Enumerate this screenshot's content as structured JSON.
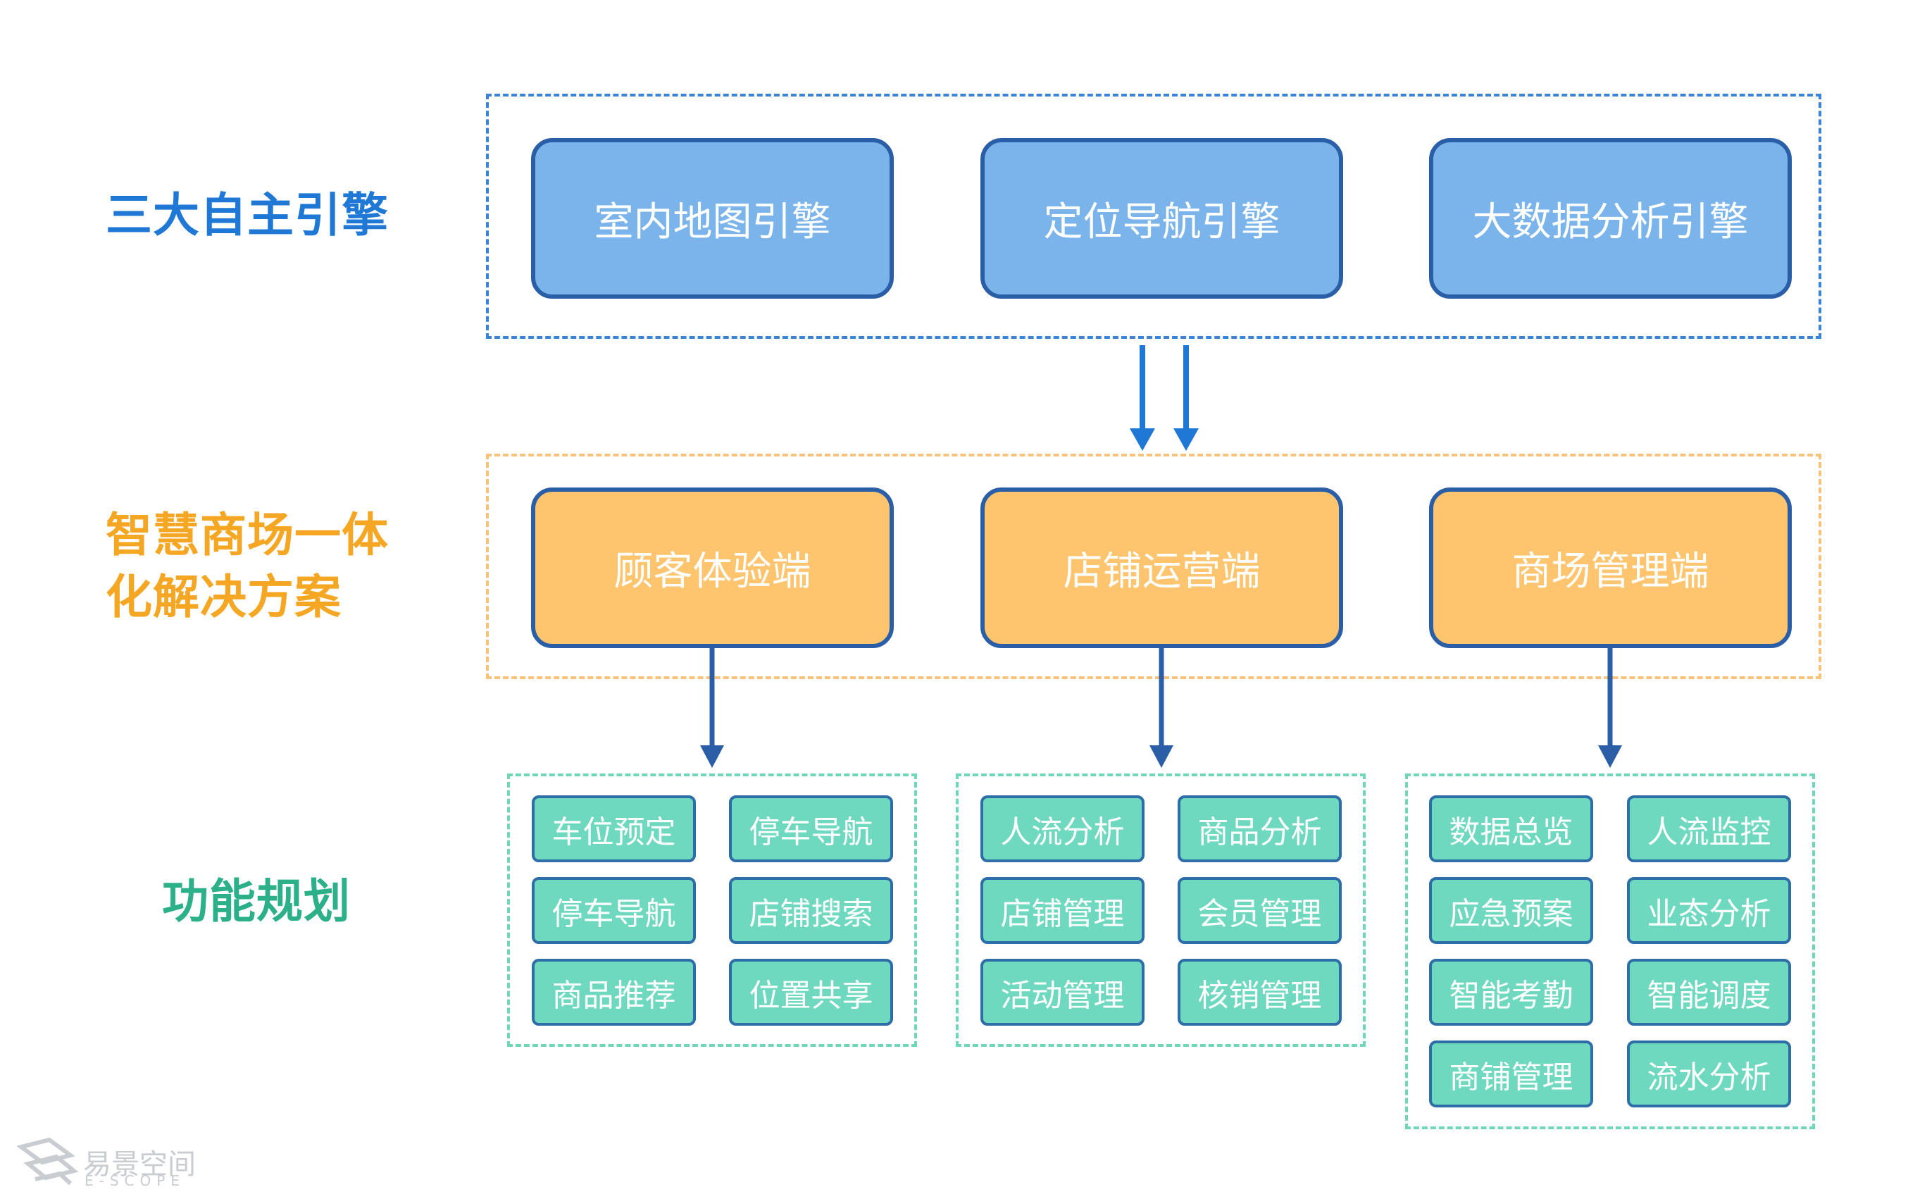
{
  "labels": {
    "engines": "三大自主引擎",
    "solution": "智慧商场一体化解决方案",
    "functions": "功能规划"
  },
  "engines": [
    "室内地图引擎",
    "定位导航引擎",
    "大数据分析引擎"
  ],
  "terminals": [
    "顾客体验端",
    "店铺运营端",
    "商场管理端"
  ],
  "functions": [
    [
      "车位预定",
      "停车导航",
      "停车导航",
      "店铺搜索",
      "商品推荐",
      "位置共享"
    ],
    [
      "人流分析",
      "商品分析",
      "店铺管理",
      "会员管理",
      "活动管理",
      "核销管理"
    ],
    [
      "数据总览",
      "人流监控",
      "应急预案",
      "业态分析",
      "智能考勤",
      "智能调度",
      "商铺管理",
      "流水分析"
    ]
  ],
  "logo": {
    "name": "易景空间",
    "sub": "E-SCOPE"
  },
  "colors": {
    "blue": "#1f78d6",
    "orange": "#f5a623",
    "green": "#2bb08a"
  }
}
